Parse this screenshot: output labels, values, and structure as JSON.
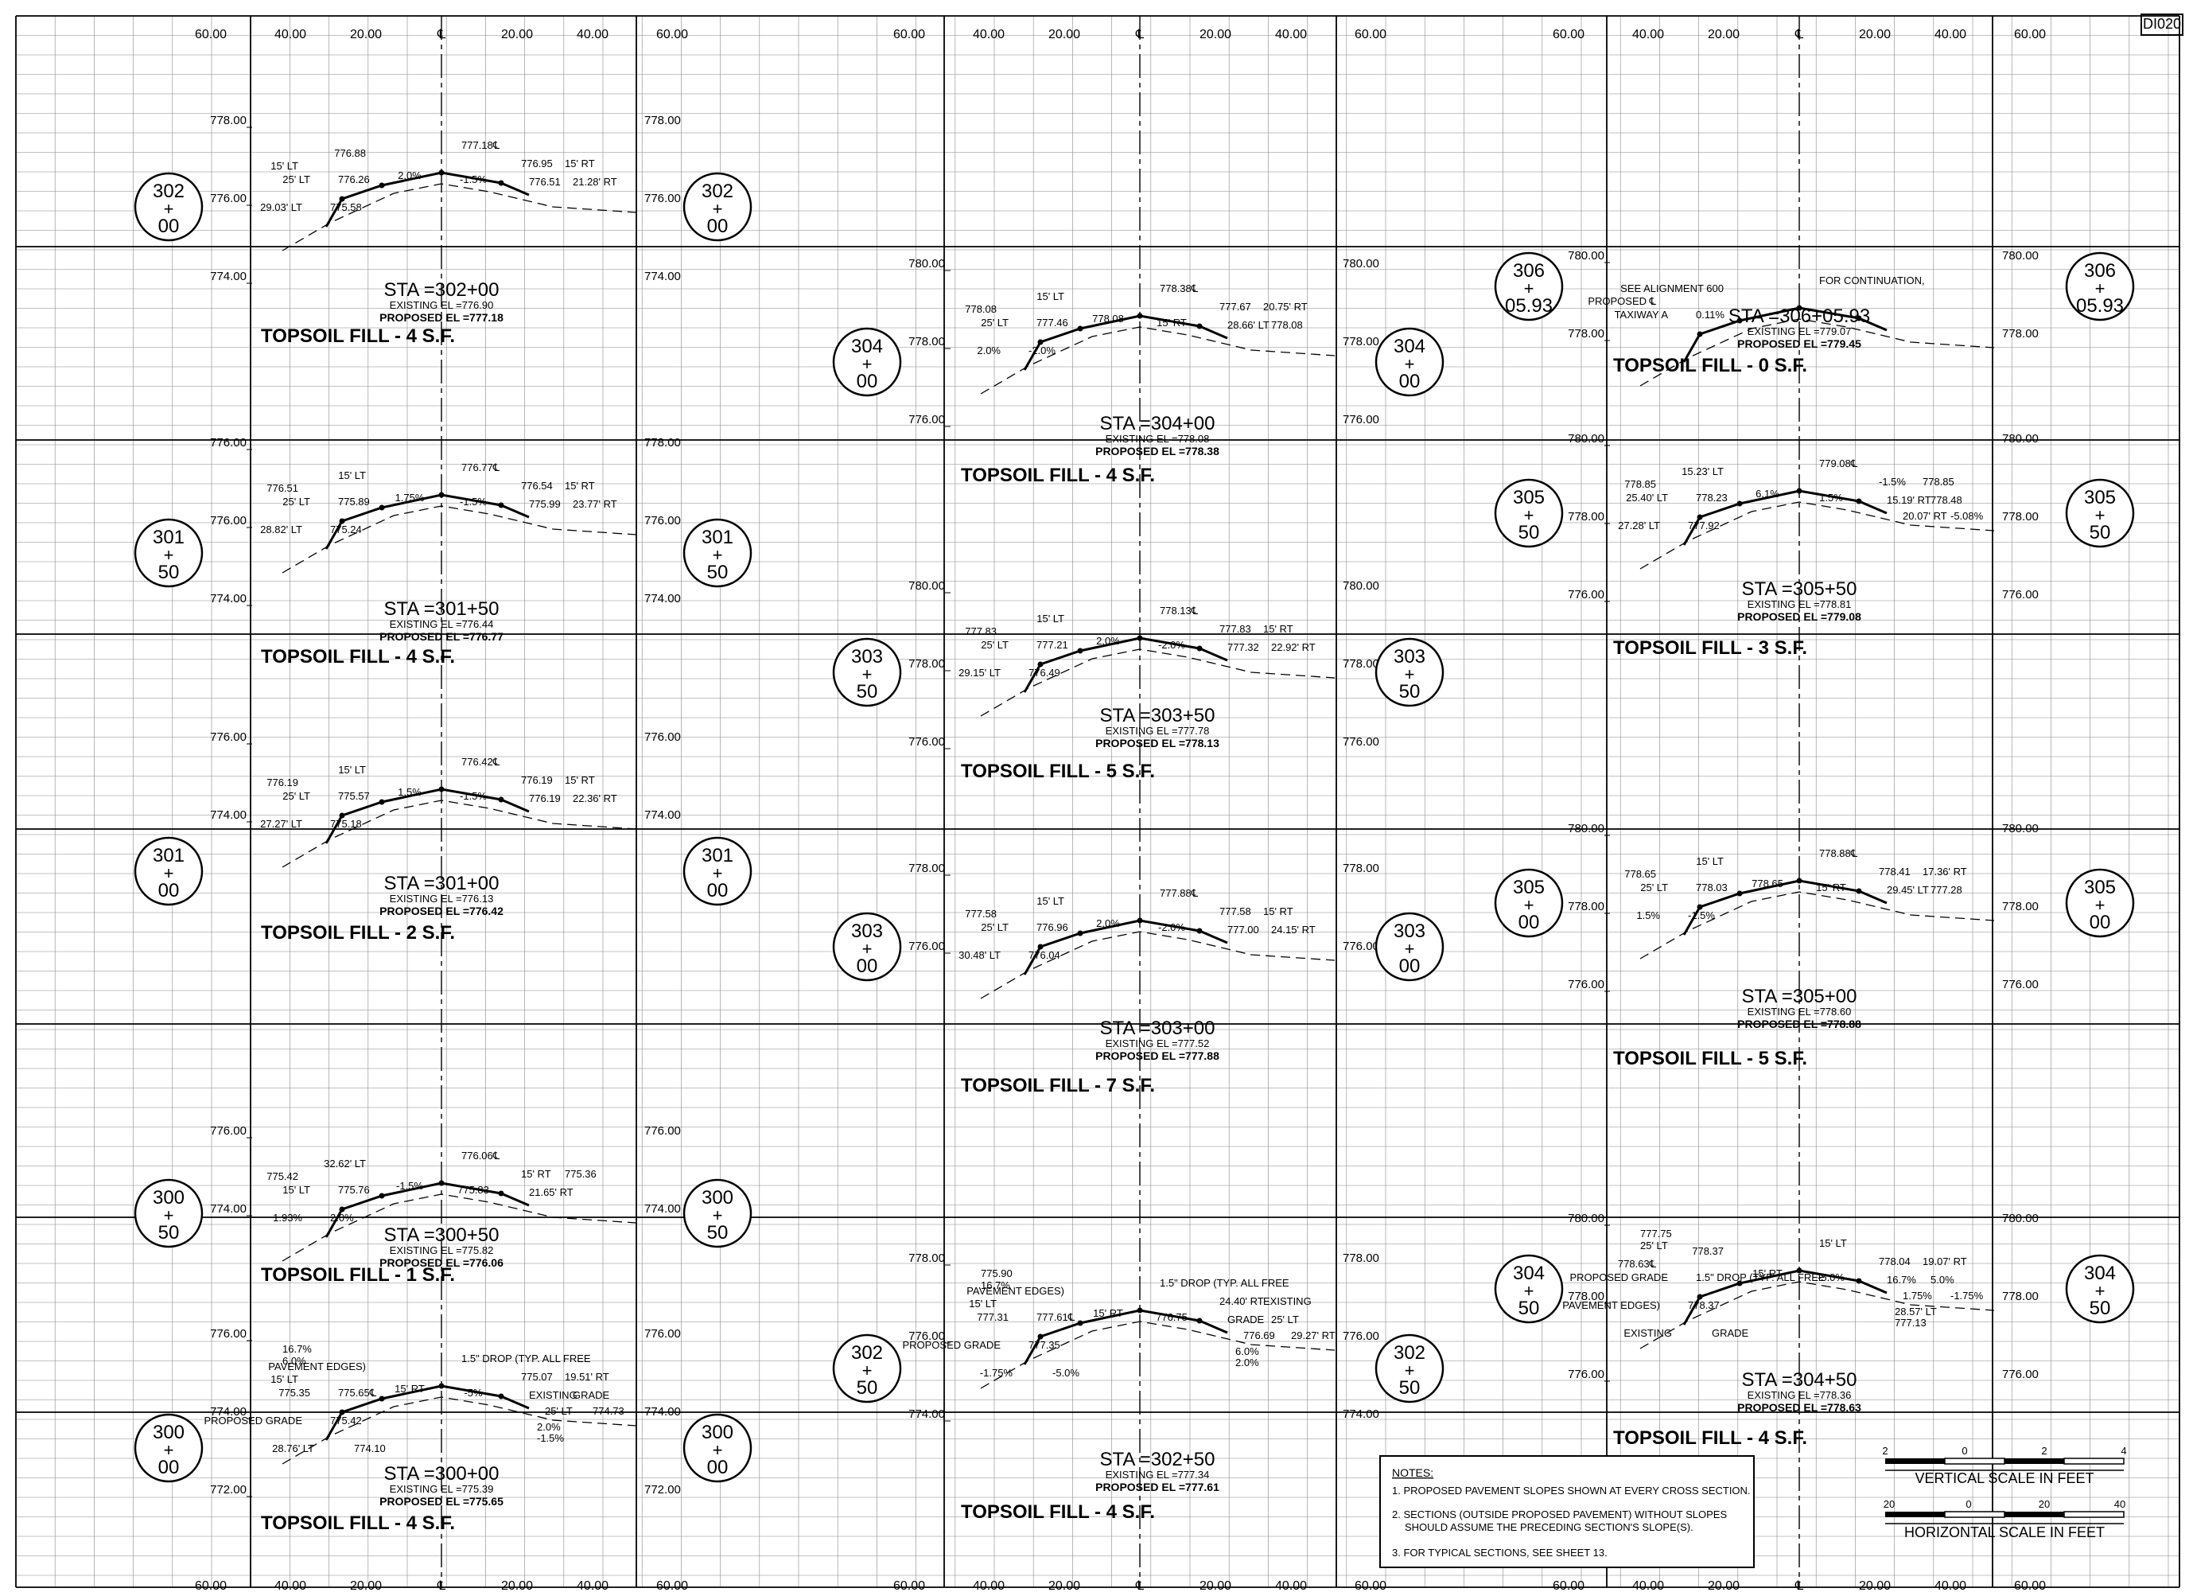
{
  "sheet_id": "DI020",
  "scale_axis": {
    "top": [
      "60.00",
      "40.00",
      "20.00",
      "℄",
      "20.00",
      "40.00",
      "60.00"
    ],
    "bottom": [
      "60.00",
      "40.00",
      "20.00",
      "℄",
      "20.00",
      "40.00",
      "60.00"
    ]
  },
  "sections": [
    {
      "station": "302+00",
      "st_a": "302",
      "st_b": "00",
      "sta_label": "STA =302+00",
      "existing": "EXISTING EL =776.90",
      "proposed": "PROPOSED EL =777.18",
      "topsoil": "TOPSOIL FILL - 4 S.F.",
      "elev_left": [
        "778.00",
        "776.00",
        "774.00"
      ],
      "elev_right": [
        "778.00",
        "776.00",
        "774.00"
      ],
      "callouts": [
        "777.18℄",
        "776.88",
        "15' LT",
        "25' LT",
        "776.26",
        "29.03' LT",
        "775.58",
        "2.0%",
        "-1.5%",
        "776.95",
        "15' RT",
        "776.51",
        "21.28' RT"
      ]
    },
    {
      "station": "301+50",
      "st_a": "301",
      "st_b": "50",
      "sta_label": "STA =301+50",
      "existing": "EXISTING EL =776.44",
      "proposed": "PROPOSED EL =776.77",
      "topsoil": "TOPSOIL FILL - 4 S.F.",
      "elev_left": [
        "776.00",
        "776.00",
        "774.00"
      ],
      "elev_right": [
        "778.00",
        "776.00",
        "774.00"
      ],
      "callouts": [
        "776.77℄",
        "15' LT",
        "776.51",
        "25' LT",
        "775.89",
        "28.82' LT",
        "775.24",
        "1.75%",
        "-1.5%",
        "776.54",
        "15' RT",
        "775.99",
        "23.77' RT"
      ]
    },
    {
      "station": "301+00",
      "st_a": "301",
      "st_b": "00",
      "sta_label": "STA =301+00",
      "existing": "EXISTING EL =776.13",
      "proposed": "PROPOSED EL =776.42",
      "topsoil": "TOPSOIL FILL - 2 S.F.",
      "elev_left": [
        "776.00",
        "774.00"
      ],
      "elev_right": [
        "776.00",
        "774.00"
      ],
      "callouts": [
        "776.42℄",
        "15' LT",
        "776.19",
        "25' LT",
        "775.57",
        "27.27' LT",
        "775.18",
        "1.5%",
        "-1.5%",
        "776.19",
        "15' RT",
        "776.19",
        "22.36' RT"
      ]
    },
    {
      "station": "300+50",
      "st_a": "300",
      "st_b": "50",
      "sta_label": "STA =300+50",
      "existing": "EXISTING EL =775.82",
      "proposed": "PROPOSED EL =776.06",
      "topsoil": "TOPSOIL FILL - 1 S.F.",
      "elev_left": [
        "776.00",
        "774.00"
      ],
      "elev_right": [
        "776.00",
        "774.00"
      ],
      "callouts": [
        "776.06℄",
        "32.62' LT",
        "775.42",
        "15' LT",
        "775.76",
        "1.93%",
        "2.0%",
        "-1.5%",
        "775.83",
        "15' RT",
        "775.36",
        "21.65' RT"
      ]
    },
    {
      "station": "300+00",
      "st_a": "300",
      "st_b": "00",
      "sta_label": "STA =300+00",
      "existing": "EXISTING EL =775.39",
      "proposed": "PROPOSED EL =775.65",
      "topsoil": "TOPSOIL FILL - 4 S.F.",
      "elev_left": [
        "776.00",
        "774.00",
        "772.00"
      ],
      "elev_right": [
        "776.00",
        "774.00",
        "772.00"
      ],
      "callouts": [
        "1.5\" DROP (TYP. ALL FREE",
        "PAVEMENT EDGES)",
        "15' LT",
        "775.35",
        "775.65℄",
        "PROPOSED GRADE",
        "775.42",
        "15' RT",
        "-5%",
        "775.07",
        "19.51' RT",
        "EXISTING",
        "GRADE",
        "25' LT",
        "774.73",
        "16.7%",
        "6.0%",
        "2.0%",
        "-1.5%",
        "28.76' LT",
        "774.10"
      ]
    },
    {
      "station": "304+00",
      "st_a": "304",
      "st_b": "00",
      "sta_label": "STA =304+00",
      "existing": "EXISTING EL =778.08",
      "proposed": "PROPOSED EL =778.38",
      "topsoil": "TOPSOIL FILL - 4 S.F.",
      "elev_left": [
        "780.00",
        "778.00",
        "776.00"
      ],
      "elev_right": [
        "780.00",
        "778.00",
        "776.00"
      ],
      "callouts": [
        "778.38℄",
        "15' LT",
        "778.08",
        "25' LT",
        "777.46",
        "2.0%",
        "-2.0%",
        "778.08",
        "15' RT",
        "777.67",
        "20.75' RT",
        "28.66' LT",
        "778.08"
      ]
    },
    {
      "station": "303+50",
      "st_a": "303",
      "st_b": "50",
      "sta_label": "STA =303+50",
      "existing": "EXISTING EL =777.78",
      "proposed": "PROPOSED EL =778.13",
      "topsoil": "TOPSOIL FILL - 5 S.F.",
      "elev_left": [
        "780.00",
        "778.00",
        "776.00"
      ],
      "elev_right": [
        "780.00",
        "778.00",
        "776.00"
      ],
      "callouts": [
        "778.13℄",
        "15' LT",
        "777.83",
        "25' LT",
        "777.21",
        "29.15' LT",
        "776.49",
        "2.0%",
        "-2.0%",
        "777.83",
        "15' RT",
        "777.32",
        "22.92' RT"
      ]
    },
    {
      "station": "303+00",
      "st_a": "303",
      "st_b": "00",
      "sta_label": "STA =303+00",
      "existing": "EXISTING EL =777.52",
      "proposed": "PROPOSED EL =777.88",
      "topsoil": "TOPSOIL FILL - 7 S.F.",
      "elev_left": [
        "778.00",
        "776.00"
      ],
      "elev_right": [
        "778.00",
        "776.00"
      ],
      "callouts": [
        "777.88℄",
        "15' LT",
        "777.58",
        "25' LT",
        "776.96",
        "30.48' LT",
        "776.04",
        "2.0%",
        "-2.0%",
        "777.58",
        "15' RT",
        "777.00",
        "24.15' RT"
      ]
    },
    {
      "station": "302+50",
      "st_a": "302",
      "st_b": "50",
      "sta_label": "STA =302+50",
      "existing": "EXISTING EL =777.34",
      "proposed": "PROPOSED EL =777.61",
      "topsoil": "TOPSOIL FILL - 4 S.F.",
      "elev_left": [
        "778.00",
        "776.00",
        "774.00"
      ],
      "elev_right": [
        "778.00",
        "776.00",
        "774.00"
      ],
      "callouts": [
        "1.5\" DROP (TYP. ALL FREE",
        "PAVEMENT EDGES)",
        "15' LT",
        "777.31",
        "777.61℄",
        "PROPOSED GRADE",
        "777.35",
        "15' RT",
        "776.75",
        "24.40' RT",
        "EXISTING",
        "GRADE",
        "25' LT",
        "776.69",
        "29.27' RT",
        "775.90",
        "16.7%",
        "6.0%",
        "2.0%",
        "-1.75%",
        "-5.0%"
      ]
    },
    {
      "station": "306+05.93",
      "st_a": "306",
      "st_b": "05.93",
      "sta_label": "STA =306+05.93",
      "existing": "EXISTING EL =779.07",
      "proposed": "PROPOSED EL =779.45",
      "topsoil": "TOPSOIL FILL - 0 S.F.",
      "elev_left": [
        "780.00",
        "778.00"
      ],
      "elev_right": [
        "780.00",
        "778.00"
      ],
      "callouts": [
        "FOR CONTINUATION,",
        "SEE ALIGNMENT 600",
        "PROPOSED ℄",
        "TAXIWAY A",
        "0.11%"
      ]
    },
    {
      "station": "305+50",
      "st_a": "305",
      "st_b": "50",
      "sta_label": "STA =305+50",
      "existing": "EXISTING EL =778.81",
      "proposed": "PROPOSED EL =779.08",
      "topsoil": "TOPSOIL FILL - 3 S.F.",
      "elev_left": [
        "780.00",
        "778.00",
        "776.00"
      ],
      "elev_right": [
        "780.00",
        "778.00",
        "776.00"
      ],
      "callouts": [
        "779.08℄",
        "15.23' LT",
        "778.85",
        "25.40' LT",
        "778.23",
        "27.28' LT",
        "777.92",
        "6.1%",
        "1.5%",
        "-1.5%",
        "778.85",
        "15.19' RT",
        "778.48",
        "20.07' RT",
        "-5.08%"
      ]
    },
    {
      "station": "305+00",
      "st_a": "305",
      "st_b": "00",
      "sta_label": "STA =305+00",
      "existing": "EXISTING EL =778.60",
      "proposed": "PROPOSED EL =778.88",
      "topsoil": "TOPSOIL FILL - 5 S.F.",
      "elev_left": [
        "780.00",
        "778.00",
        "776.00"
      ],
      "elev_right": [
        "780.00",
        "778.00",
        "776.00"
      ],
      "callouts": [
        "778.88℄",
        "15' LT",
        "778.65",
        "25' LT",
        "778.03",
        "1.5%",
        "-1.5%",
        "778.65",
        "15' RT",
        "778.41",
        "17.36' RT",
        "29.45' LT",
        "777.28"
      ]
    },
    {
      "station": "304+50",
      "st_a": "304",
      "st_b": "50",
      "sta_label": "STA =304+50",
      "existing": "EXISTING EL =778.36",
      "proposed": "PROPOSED EL =778.63",
      "topsoil": "TOPSOIL FILL - 4 S.F.",
      "elev_left": [
        "780.00",
        "778.00",
        "776.00"
      ],
      "elev_right": [
        "780.00",
        "778.00",
        "776.00"
      ],
      "callouts": [
        "15' LT",
        "778.37",
        "778.63℄",
        "PROPOSED GRADE",
        "1.5\" DROP (TYP. ALL FREE",
        "PAVEMENT EDGES)",
        "778.37",
        "15' RT",
        "-5.0%",
        "778.04",
        "19.07' RT",
        "16.7%",
        "5.0%",
        "1.75%",
        "-1.75%",
        "777.75",
        "25' LT",
        "28.57' LT",
        "777.13",
        "EXISTING",
        "GRADE"
      ]
    }
  ],
  "notes": {
    "title": "NOTES:",
    "items": [
      "1. PROPOSED PAVEMENT SLOPES SHOWN AT EVERY CROSS SECTION.",
      "2. SECTIONS (OUTSIDE PROPOSED PAVEMENT) WITHOUT SLOPES",
      "SHOULD ASSUME THE PRECEDING SECTION'S SLOPE(S).",
      "3. FOR TYPICAL SECTIONS, SEE SHEET 13."
    ]
  },
  "vertical_scale": {
    "ticks": [
      "2",
      "0",
      "2",
      "4"
    ],
    "title": "VERTICAL SCALE IN FEET"
  },
  "horizontal_scale": {
    "ticks": [
      "20",
      "0",
      "20",
      "40"
    ],
    "title": "HORIZONTAL SCALE IN FEET"
  }
}
